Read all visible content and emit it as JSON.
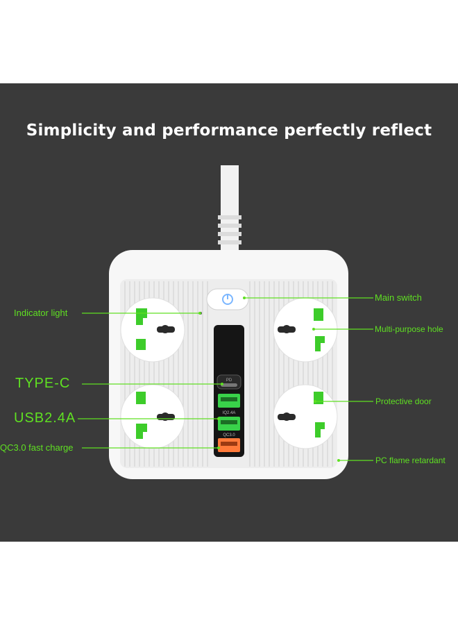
{
  "headline": "Simplicity and performance perfectly reflect",
  "labels": {
    "indicator_light": "Indicator light",
    "type_c": "TYPE-C",
    "usb": "USB2.4A",
    "qc": "QC3.0 fast charge",
    "main_switch": "Main switch",
    "multi_purpose_hole": "Multi-purpose hole",
    "protective_door": "Protective door",
    "pc_flame": "PC flame retardant"
  },
  "port_labels": {
    "pd": "PD",
    "qc_port": "QC3.0",
    "usb_port": "IQ2.4A"
  },
  "colors": {
    "background": "#3a3a3a",
    "label_green": "#5fe022",
    "shutter_green": "#3dcc2a",
    "usb_green": "#39d24a",
    "qc_orange": "#ff7a3a"
  },
  "icons": [
    "power-icon"
  ]
}
